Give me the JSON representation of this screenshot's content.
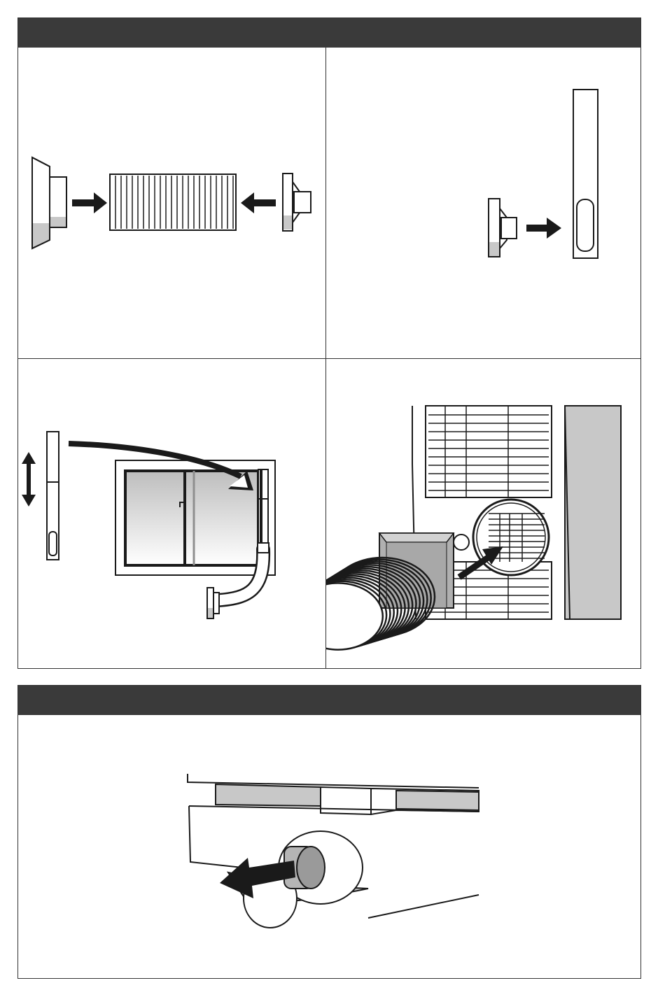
{
  "sections": [
    {
      "id": "install",
      "header_text": "",
      "panels": [
        {
          "id": "hose-assembly",
          "step": ""
        },
        {
          "id": "hose-to-window-slider",
          "step": ""
        },
        {
          "id": "slider-in-window",
          "step": ""
        },
        {
          "id": "hose-to-unit-exhaust",
          "step": ""
        }
      ]
    },
    {
      "id": "drain",
      "header_text": "",
      "panels": [
        {
          "id": "drain-plug-removal",
          "step": ""
        }
      ]
    }
  ],
  "colors": {
    "header_bg": "#3a3a3a",
    "line": "#1a1a1a",
    "shade": "#c8c8c8",
    "dark_shade": "#8f8f8f",
    "background": "#ffffff"
  },
  "icons": [
    "push-arrow-icon",
    "bidirectional-arrow-icon",
    "curved-arrow-icon",
    "pull-arrow-icon"
  ]
}
